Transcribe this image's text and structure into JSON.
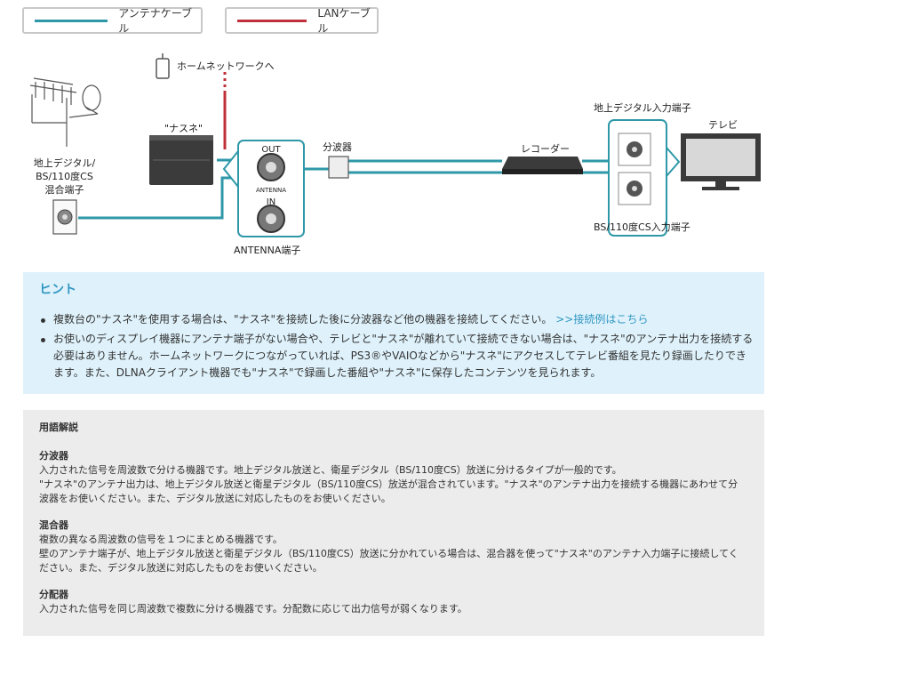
{
  "legend": {
    "antenna_label": "アンテナケーブル",
    "antenna_color": "#2f98a8",
    "lan_label": "LANケーブル",
    "lan_color": "#c0303a"
  },
  "diagram": {
    "home_network_label": "ホームネットワークへ",
    "nasne_label": "\"ナスネ\"",
    "wall_outlet_label_1": "地上デジタル/",
    "wall_outlet_label_2": "BS/110度CS",
    "wall_outlet_label_3": "混合端子",
    "port_out_label": "OUT",
    "port_antenna_label": "ANTENNA",
    "port_in_label": "IN",
    "antenna_port_label": "ANTENNA端子",
    "splitter_label": "分波器",
    "recorder_label": "レコーダー",
    "tv_terrestrial_input_label": "地上デジタル入力端子",
    "tv_label": "テレビ",
    "tv_bs_input_label": "BS/110度CS入力端子"
  },
  "hint": {
    "title": "ヒント",
    "item1_text": "複数台の\"ナスネ\"を使用する場合は、\"ナスネ\"を接続した後に分波器など他の機器を接続してください。",
    "item1_link": ">>接続例はこちら",
    "item2_text": "お使いのディスプレイ機器にアンテナ端子がない場合や、テレビと\"ナスネ\"が離れていて接続できない場合は、\"ナスネ\"のアンテナ出力を接続する必要はありません。ホームネットワークにつながっていれば、PS3®やVAIOなどから\"ナスネ\"にアクセスしてテレビ番組を見たり録画したりできます。また、DLNAクライアント機器でも\"ナスネ\"で録画した番組や\"ナスネ\"に保存したコンテンツを見られます。"
  },
  "glossary": {
    "title": "用語解説",
    "terms": [
      {
        "name": "分波器",
        "line1": "入力された信号を周波数で分ける機器です。地上デジタル放送と、衛星デジタル（BS/110度CS）放送に分けるタイプが一般的です。",
        "line2": "\"ナスネ\"のアンテナ出力は、地上デジタル放送と衛星デジタル（BS/110度CS）放送が混合されています。\"ナスネ\"のアンテナ出力を接続する機器にあわせて分波器をお使いください。また、デジタル放送に対応したものをお使いください。"
      },
      {
        "name": "混合器",
        "line1": "複数の異なる周波数の信号を１つにまとめる機器です。",
        "line2": "壁のアンテナ端子が、地上デジタル放送と衛星デジタル（BS/110度CS）放送に分かれている場合は、混合器を使って\"ナスネ\"のアンテナ入力端子に接続してください。また、デジタル放送に対応したものをお使いください。"
      },
      {
        "name": "分配器",
        "line1": "入力された信号を同じ周波数で複数に分ける機器です。分配数に応じて出力信号が弱くなります。",
        "line2": ""
      }
    ]
  }
}
